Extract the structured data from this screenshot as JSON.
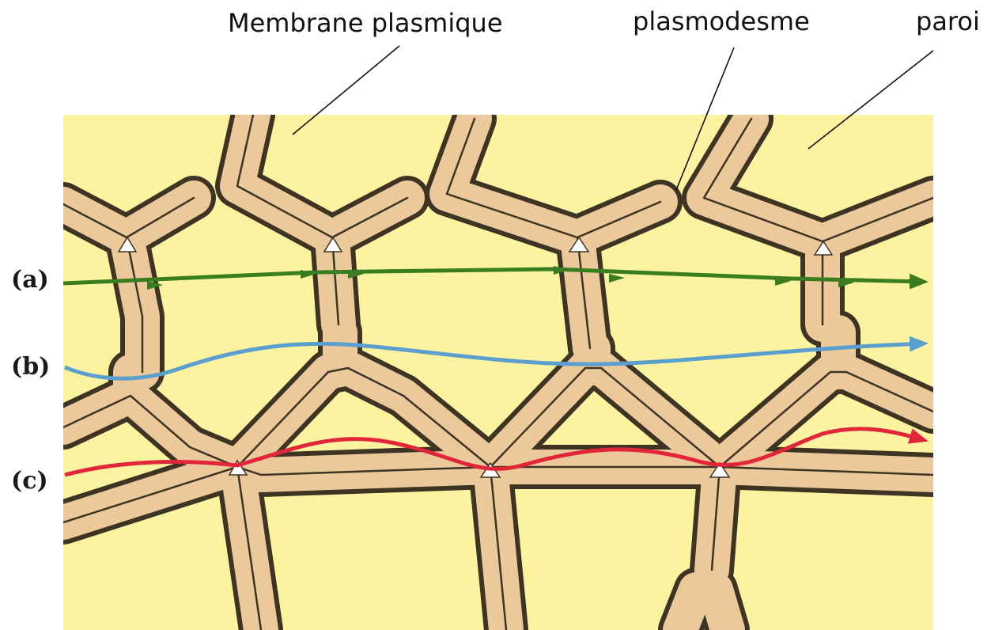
{
  "labels": {
    "membrane": "Membrane plasmique",
    "plasmodesme": "plasmodesme",
    "paroi": "paroi"
  },
  "routes": [
    {
      "key": "a",
      "label": "(a)",
      "color": "#3a7d1e"
    },
    {
      "key": "b",
      "label": "(b)",
      "color": "#5b9fcf"
    },
    {
      "key": "c",
      "label": "(c)",
      "color": "#e2263a"
    }
  ],
  "colors": {
    "cytoplasm": "#fbf3a0",
    "wall": "#ecc99a",
    "wall_outline": "#3e3424",
    "intercellular_space": "#ffffff"
  }
}
